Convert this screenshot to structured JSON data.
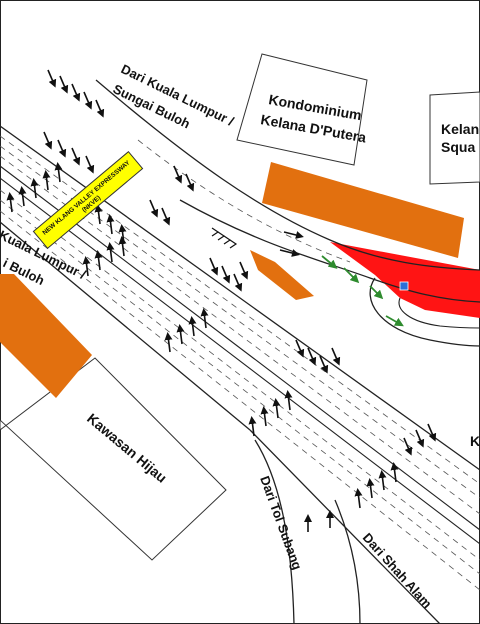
{
  "labels": {
    "from_kl_top_line1": "Dari Kuala Lumpur /",
    "from_kl_top_line2": "Sungai Buloh",
    "from_kl_left_line1": "Kuala Lumpur /",
    "from_kl_left_line2": "i Buloh",
    "from_tol_subang": "Dari Tol Subang",
    "from_shah_alam": "Dari Shah Alam",
    "edge_letter": "K"
  },
  "buildings": {
    "kondominium_line1": "Kondominium",
    "kondominium_line2": "Kelana D'Putera",
    "kelana_square_line1": "Kelan",
    "kelana_square_line2": "Squa",
    "kawasan_hijau": "Kawasan Hijau"
  },
  "highway_sign": {
    "line1": "NEW KLANG VALLEY EXPRESSWAY",
    "line2": "(NKVE)"
  },
  "colors": {
    "building_orange": "#e2700f",
    "construction_red": "#ff1414",
    "sign_yellow": "#ffff00",
    "arrow_green": "#2e8b2e",
    "arrow_black": "#111111",
    "marker_blue": "#2b6fd8"
  },
  "icons": {
    "black_arrow": "traffic-direction-arrow-icon",
    "green_arrow": "diverted-traffic-arrow-icon",
    "chevron": "chevron-icon",
    "marker": "site-marker-icon"
  }
}
